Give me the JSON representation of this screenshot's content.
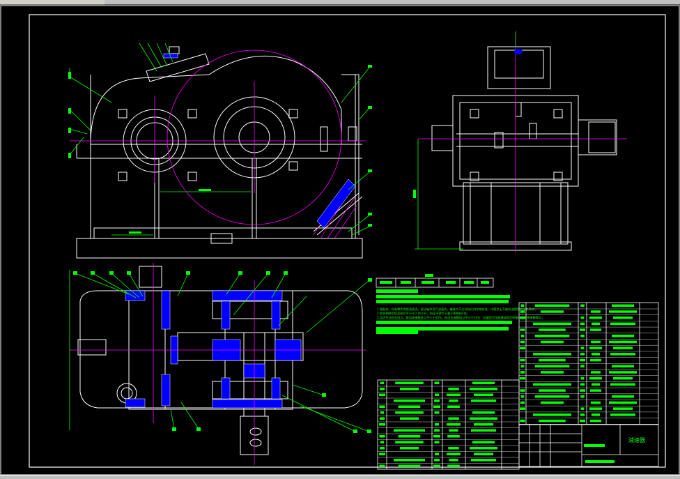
{
  "window": {
    "tab_label": "",
    "status_text": ""
  },
  "drawing": {
    "title_block_name": "減速器",
    "notes": [
      "1.装配前，所有零件用煤油清洗，滚动轴承用汽油清洗，箱体内不允许有任何杂物存在，内壁涂上不被机油侵蚀的涂料两次；",
      "2.啮合侧隙用铅丝检验不小于0.16mm，铅丝不得大于最小侧隙的4倍；",
      "3.用涂色法检验斑点，按齿高接触斑点不小于40%，按齿长接触斑点不小于50%，必要时可用研磨或刮后研磨以便改善接触情况；"
    ]
  },
  "colors": {
    "background": "#000000",
    "outline": "#ffffff",
    "leader": "#00ff00",
    "centerline": "#ff00ff",
    "section_fill": "#0000ff",
    "hatch": "#ff00ff",
    "frame": "#ffffff"
  },
  "icons": {
    "tab": "drawing-tab-icon"
  }
}
